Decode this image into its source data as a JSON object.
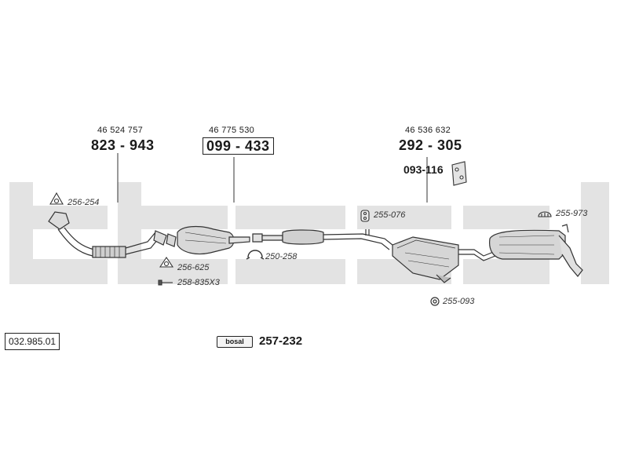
{
  "diagram_code": "032.985.01",
  "brand": "bosal",
  "main_part": "257-232",
  "callouts": [
    {
      "oem": "46 524 757",
      "part": "823 - 943"
    },
    {
      "oem": "46 775 530",
      "part": "099 - 433"
    },
    {
      "oem": "46 536 632",
      "part": "292 - 305"
    }
  ],
  "mount_part": "093-116",
  "refs": {
    "r1": "256-254",
    "r2": "256-625",
    "r3": "258-835X3",
    "r4": "250-258",
    "r5": "255-076",
    "r6": "255-973",
    "r7": "255-093"
  }
}
